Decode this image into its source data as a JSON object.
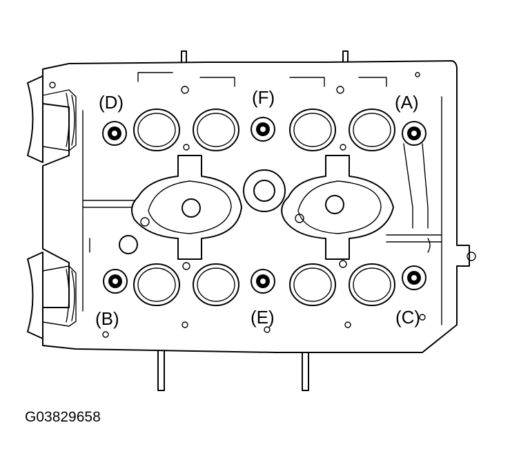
{
  "labels": {
    "a": "(A)",
    "b": "(B)",
    "c": "(C)",
    "d": "(D)",
    "e": "(E)",
    "f": "(F)"
  },
  "figure_code": "G03829658"
}
